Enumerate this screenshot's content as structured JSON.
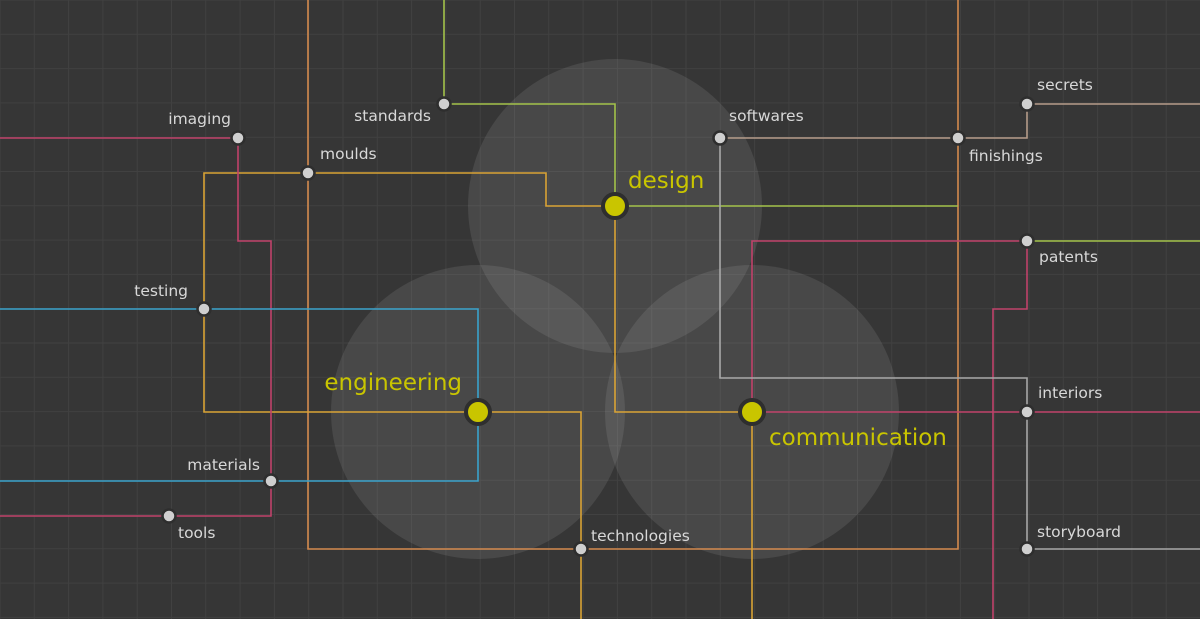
{
  "colors": {
    "background": "#363636",
    "grid": "#414141",
    "hub_accent": "#c9c500",
    "node_fill": "#cfcfcf",
    "label": "#d8d8d8",
    "wire_orange": "#d48a4e",
    "wire_yellow": "#d9a335",
    "wire_lime": "#a3c24a",
    "wire_pink": "#c0426a",
    "wire_blue": "#3aa3cc",
    "wire_beige": "#b59c8a",
    "wire_gray": "#a8a8a8"
  },
  "hubs": [
    {
      "id": "design",
      "label": "design"
    },
    {
      "id": "engineering",
      "label": "engineering"
    },
    {
      "id": "communication",
      "label": "communication"
    }
  ],
  "nodes": [
    {
      "id": "imaging",
      "label": "imaging"
    },
    {
      "id": "standards",
      "label": "standards"
    },
    {
      "id": "moulds",
      "label": "moulds"
    },
    {
      "id": "softwares",
      "label": "softwares"
    },
    {
      "id": "secrets",
      "label": "secrets"
    },
    {
      "id": "finishings",
      "label": "finishings"
    },
    {
      "id": "patents",
      "label": "patents"
    },
    {
      "id": "testing",
      "label": "testing"
    },
    {
      "id": "interiors",
      "label": "interiors"
    },
    {
      "id": "materials",
      "label": "materials"
    },
    {
      "id": "tools",
      "label": "tools"
    },
    {
      "id": "technologies",
      "label": "technologies"
    },
    {
      "id": "storyboard",
      "label": "storyboard"
    }
  ]
}
